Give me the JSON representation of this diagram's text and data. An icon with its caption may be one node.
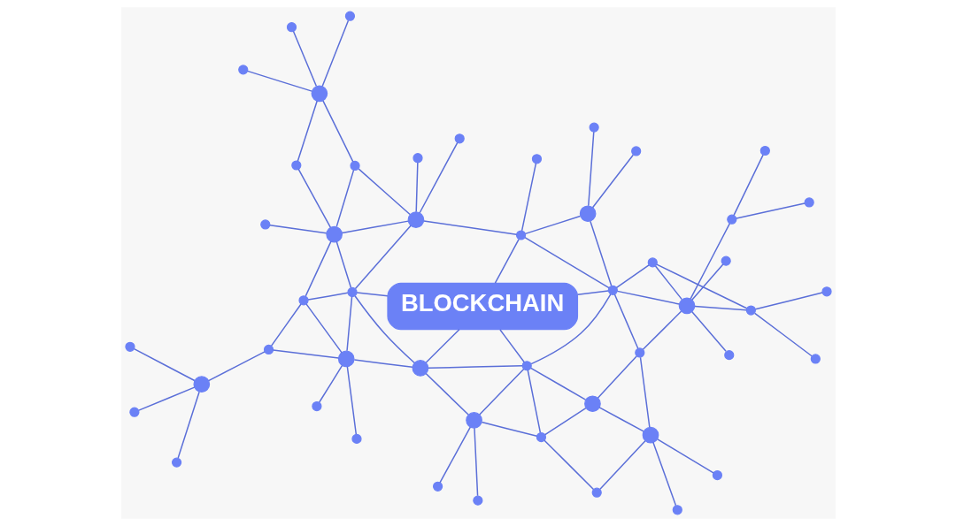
{
  "diagram": {
    "nodes": [
      {
        "text": [],
        "shape": "circle"
      },
      {
        "text": [],
        "shape": "circle"
      },
      {
        "text": [],
        "shape": "circle"
      },
      {
        "text": [],
        "shape": "circle"
      },
      {
        "text": [],
        "shape": "circle"
      },
      {
        "text": [],
        "shape": "circle"
      },
      {
        "text": [],
        "shape": "circle"
      },
      {
        "text": [],
        "shape": "circle"
      },
      {
        "text": [],
        "shape": "circle"
      },
      {
        "text": [],
        "shape": "circle"
      },
      {
        "text": [],
        "shape": "circle"
      },
      {
        "text": [],
        "shape": "circle"
      },
      {
        "text": [],
        "shape": "circle"
      },
      {
        "text": [],
        "shape": "circle"
      },
      {
        "text": [],
        "shape": "circle"
      },
      {
        "text": [],
        "shape": "circle"
      },
      {
        "text": [],
        "shape": "circle"
      },
      {
        "text": [],
        "shape": "circle"
      },
      {
        "text": [],
        "shape": "circle"
      },
      {
        "text": [],
        "shape": "circle"
      },
      {
        "text": [],
        "shape": "circle"
      },
      {
        "text": [],
        "shape": "circle"
      },
      {
        "text": [],
        "shape": "circle"
      },
      {
        "text": [],
        "shape": "circle"
      },
      {
        "text": [],
        "shape": "circle"
      },
      {
        "text": [
          "BLOCKCHAIN"
        ]
      },
      {
        "text": [],
        "shape": "circle"
      },
      {
        "text": [],
        "shape": "circle"
      },
      {
        "text": [],
        "shape": "circle"
      },
      {
        "text": [],
        "shape": "circle"
      },
      {
        "text": [],
        "shape": "circle"
      },
      {
        "text": [],
        "shape": "circle"
      },
      {
        "text": [],
        "shape": "circle"
      },
      {
        "text": [],
        "shape": "circle"
      },
      {
        "text": [],
        "shape": "circle"
      },
      {
        "text": [],
        "shape": "circle"
      },
      {
        "text": [],
        "shape": "circle"
      },
      {
        "text": [],
        "shape": "circle"
      },
      {
        "text": [],
        "shape": "circle"
      },
      {
        "text": [],
        "shape": "circle"
      },
      {
        "text": [],
        "shape": "circle"
      },
      {
        "text": [],
        "shape": "circle"
      },
      {
        "text": [],
        "shape": "circle"
      },
      {
        "text": [],
        "shape": "circle"
      },
      {
        "text": [],
        "shape": "circle"
      },
      {
        "text": [],
        "shape": "circle"
      },
      {
        "text": [],
        "shape": "circle"
      },
      {
        "text": [],
        "shape": "circle"
      },
      {
        "text": [],
        "shape": "circle"
      },
      {
        "text": [],
        "shape": "circle"
      }
    ],
    "edges": [
      {
        "from": 1,
        "to": 10,
        "arrow": "none"
      },
      {
        "from": 6,
        "to": 10,
        "arrow": "none"
      },
      {
        "from": 10,
        "to": 4,
        "arrow": "none"
      },
      {
        "from": 4,
        "to": 12,
        "arrow": "none"
      },
      {
        "from": 10,
        "to": 17,
        "arrow": "none"
      },
      {
        "from": 10,
        "to": 26,
        "arrow": "none"
      },
      {
        "from": 17,
        "to": 12,
        "arrow": "none"
      },
      {
        "from": 17,
        "to": 26,
        "arrow": "none"
      },
      {
        "from": 17,
        "to": 21,
        "arrow": "none"
      },
      {
        "from": 12,
        "to": 21,
        "arrow": "none"
      },
      {
        "from": 18,
        "to": 16,
        "arrow": "none"
      },
      {
        "from": 16,
        "to": 24,
        "arrow": "none"
      },
      {
        "from": 16,
        "to": 31,
        "arrow": "none"
      },
      {
        "from": 21,
        "to": 30,
        "arrow": "none"
      },
      {
        "from": 21,
        "to": 8,
        "arrow": "none"
      },
      {
        "from": 21,
        "to": 15,
        "arrow": "none"
      },
      {
        "from": 21,
        "to": 25,
        "arrow": "none"
      },
      {
        "from": 12,
        "to": 8,
        "arrow": "none"
      },
      {
        "from": 0,
        "to": 8,
        "arrow": "none"
      },
      {
        "from": 2,
        "to": 8,
        "arrow": "none"
      },
      {
        "from": 8,
        "to": 15,
        "arrow": "none"
      },
      {
        "from": 15,
        "to": 25,
        "arrow": "none"
      },
      {
        "from": 15,
        "to": 13,
        "arrow": "none"
      },
      {
        "from": 15,
        "to": 23,
        "arrow": "none"
      },
      {
        "from": 25,
        "to": 23,
        "arrow": "none"
      },
      {
        "from": 7,
        "to": 13,
        "arrow": "none"
      },
      {
        "from": 13,
        "to": 5,
        "arrow": "none"
      },
      {
        "from": 13,
        "to": 14,
        "arrow": "none"
      },
      {
        "from": 13,
        "to": 20,
        "arrow": "none"
      },
      {
        "from": 13,
        "to": 23,
        "arrow": "none"
      },
      {
        "from": 14,
        "to": 11,
        "arrow": "none"
      },
      {
        "from": 11,
        "to": 3,
        "arrow": "none"
      },
      {
        "from": 11,
        "to": 9,
        "arrow": "none"
      },
      {
        "from": 11,
        "to": 19,
        "arrow": "none"
      },
      {
        "from": 14,
        "to": 20,
        "arrow": "none"
      },
      {
        "from": 20,
        "to": 23,
        "arrow": "none"
      },
      {
        "from": 20,
        "to": 28,
        "arrow": "none"
      },
      {
        "from": 23,
        "to": 28,
        "arrow": "none"
      },
      {
        "from": 23,
        "to": 33,
        "arrow": "none"
      },
      {
        "from": 22,
        "to": 28,
        "arrow": "none"
      },
      {
        "from": 28,
        "to": 32,
        "arrow": "none"
      },
      {
        "from": 28,
        "to": 39,
        "arrow": "none"
      },
      {
        "from": 28,
        "to": 33,
        "arrow": "none"
      },
      {
        "from": 32,
        "to": 38,
        "arrow": "none"
      },
      {
        "from": 38,
        "to": 36,
        "arrow": "none"
      },
      {
        "from": 38,
        "to": 49,
        "arrow": "none"
      },
      {
        "from": 38,
        "to": 48,
        "arrow": "none"
      },
      {
        "from": 38,
        "to": 39,
        "arrow": "none"
      },
      {
        "from": 33,
        "to": 39,
        "arrow": "none"
      },
      {
        "from": 33,
        "to": 45,
        "arrow": "none"
      },
      {
        "from": 33,
        "to": 34,
        "arrow": "none"
      },
      {
        "from": 33,
        "to": 44,
        "arrow": "none"
      },
      {
        "from": 34,
        "to": 25,
        "arrow": "none"
      },
      {
        "from": 34,
        "to": 30,
        "arrow": "none"
      },
      {
        "from": 30,
        "to": 25,
        "arrow": "none"
      },
      {
        "from": 30,
        "to": 37,
        "arrow": "none"
      },
      {
        "from": 34,
        "to": 37,
        "arrow": "none"
      },
      {
        "from": 34,
        "to": 41,
        "arrow": "none"
      },
      {
        "from": 37,
        "to": 46,
        "arrow": "none"
      },
      {
        "from": 37,
        "to": 47,
        "arrow": "none"
      },
      {
        "from": 30,
        "to": 42,
        "arrow": "none"
      },
      {
        "from": 26,
        "to": 30,
        "arrow": "none"
      },
      {
        "from": 31,
        "to": 30,
        "arrow": "none"
      },
      {
        "from": 31,
        "to": 27,
        "arrow": "none"
      },
      {
        "from": 31,
        "to": 29,
        "arrow": "none"
      },
      {
        "from": 31,
        "to": 26,
        "arrow": "none"
      },
      {
        "from": 31,
        "to": 40,
        "arrow": "none"
      },
      {
        "from": 31,
        "to": 42,
        "arrow": "none"
      },
      {
        "from": 40,
        "to": 35,
        "arrow": "none"
      },
      {
        "from": 40,
        "to": 43,
        "arrow": "none"
      },
      {
        "from": 40,
        "to": 42,
        "arrow": "none"
      }
    ]
  }
}
